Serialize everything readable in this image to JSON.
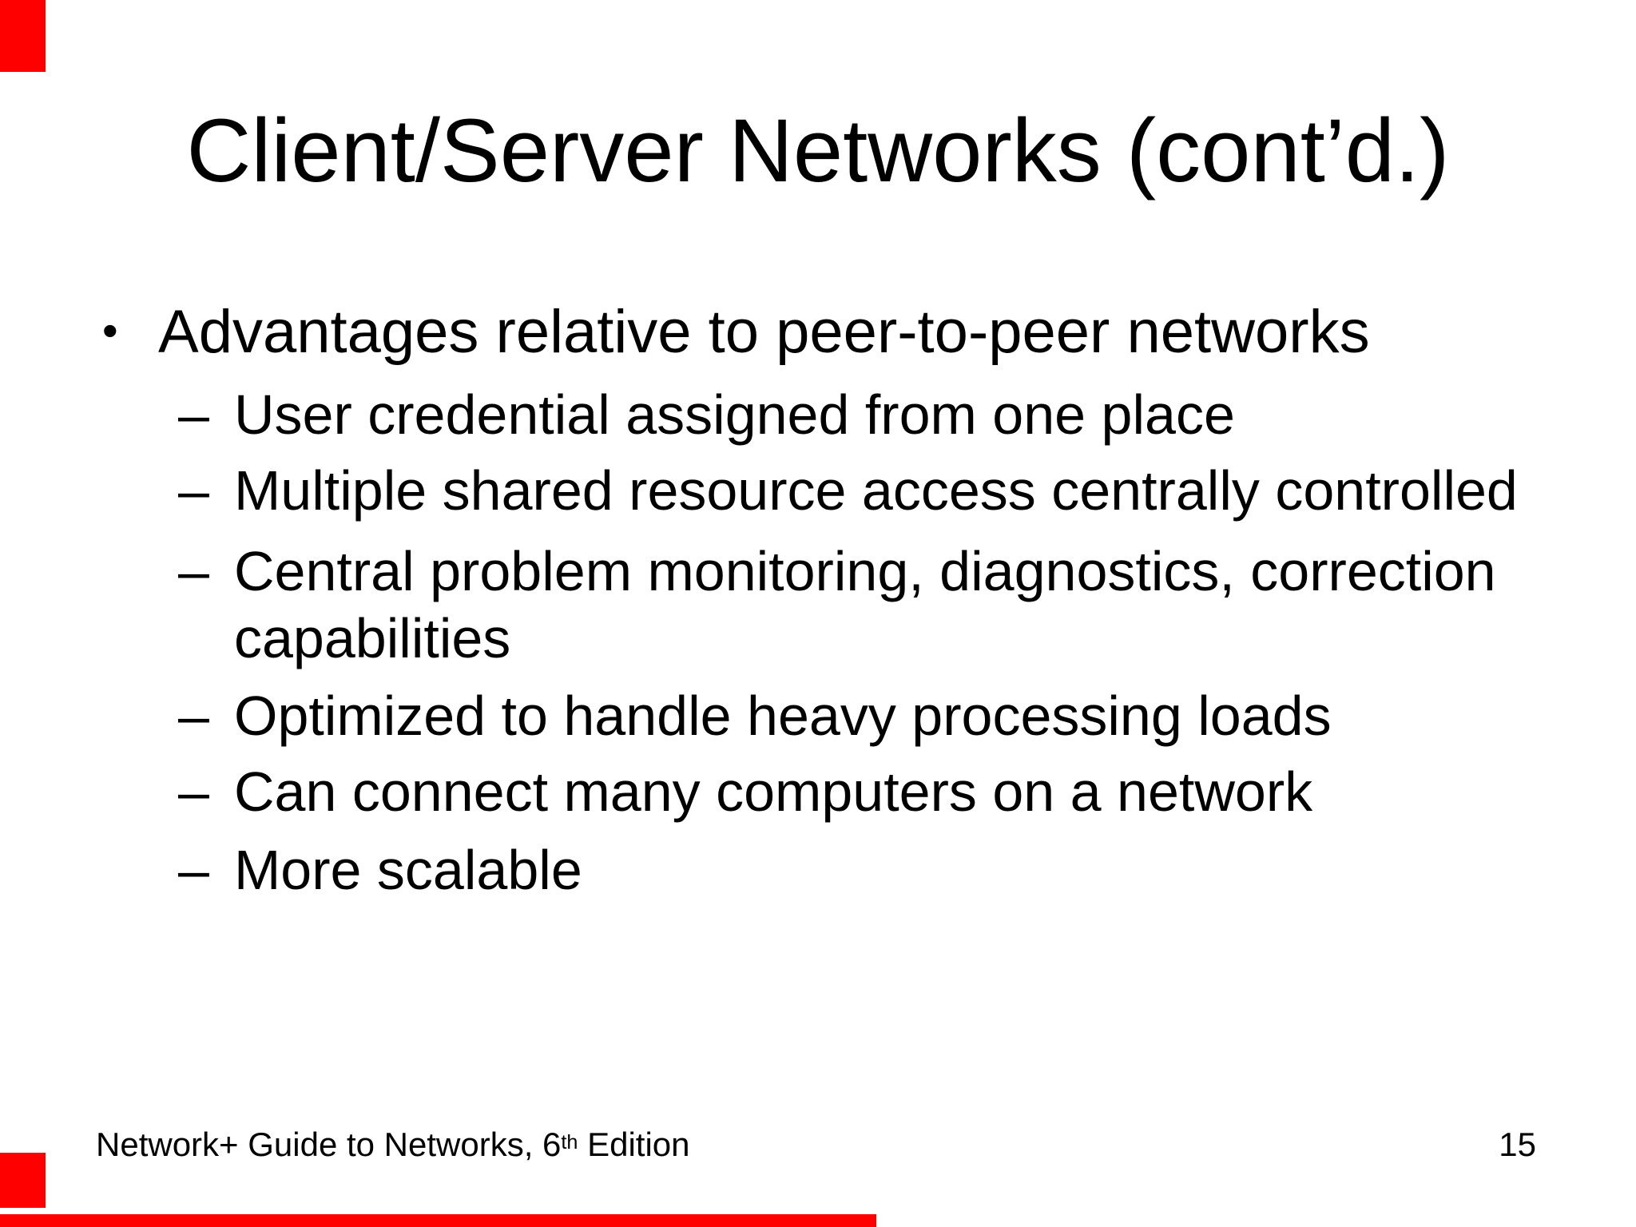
{
  "slide": {
    "background": "#ffffff",
    "text_color": "#000000",
    "annotation_red": "#ff0000",
    "title": "Client/Server Networks (cont’d.)",
    "bullets": {
      "level1": {
        "marker": "•",
        "text": "Advantages relative to peer-to-peer networks"
      },
      "sub_lines": [
        {
          "marker": "–",
          "text": "User credential assigned from one place"
        },
        {
          "marker": "–",
          "text": "Multiple shared resource access centrally controlled"
        },
        {
          "marker": "–",
          "text": "Central problem monitoring, diagnostics, correction"
        },
        {
          "marker": "",
          "text": "capabilities"
        },
        {
          "marker": "–",
          "text": "Optimized to handle heavy processing loads"
        },
        {
          "marker": "–",
          "text": "Can connect many computers on a network"
        },
        {
          "marker": "–",
          "text": "More scalable"
        }
      ]
    },
    "footer": {
      "left_prefix": "Network+ Guide to Networks, 6",
      "left_sup": "th",
      "left_suffix": " Edition",
      "page_number": "15"
    }
  }
}
